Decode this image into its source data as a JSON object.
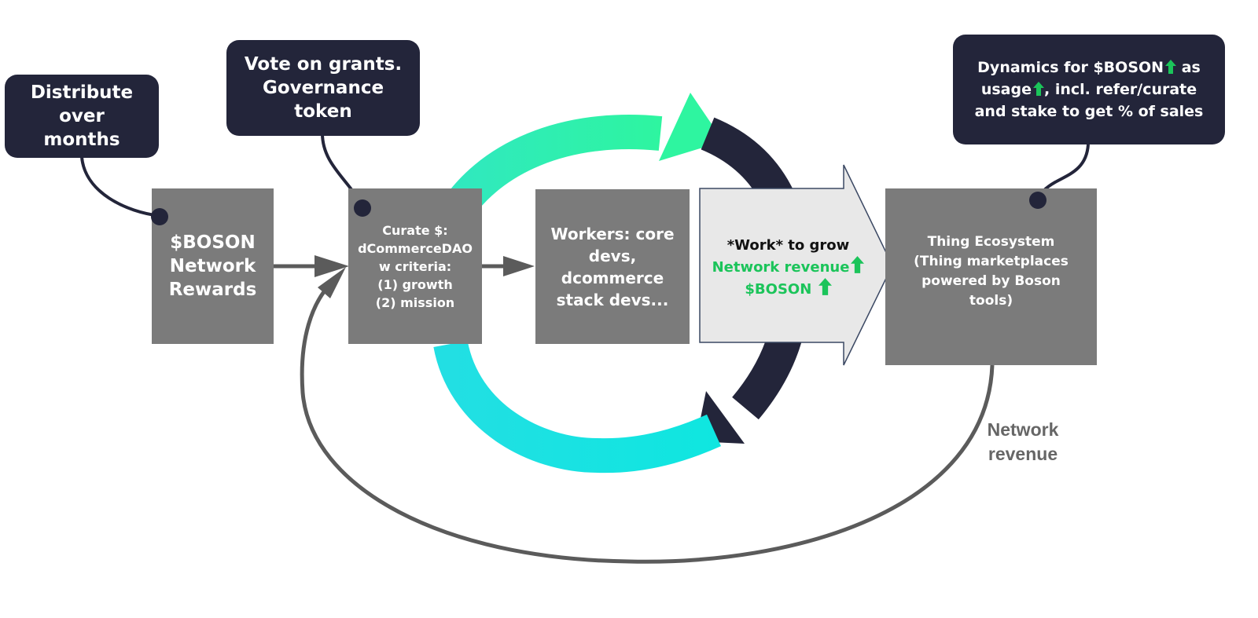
{
  "callouts": {
    "distribute": [
      "Distribute",
      "over",
      "months"
    ],
    "vote": [
      "Vote on grants.",
      "Governance",
      "token"
    ],
    "dynamics": {
      "line1_before": "Dynamics for $BOSON",
      "line1_after": "as",
      "line2_before": "usage",
      "line2_after": ", incl. refer/curate",
      "line3": "and stake to get % of sales"
    }
  },
  "boxes": {
    "rewards": [
      "$BOSON",
      "Network",
      "Rewards"
    ],
    "curate": [
      "Curate $:",
      "dCommerceDAO",
      "w criteria:",
      "(1) growth",
      "(2) mission"
    ],
    "workers": [
      "Workers: core",
      "devs,",
      "dcommerce",
      "stack devs..."
    ],
    "work_arrow": {
      "line1": "*Work* to grow",
      "line2": "Network revenue",
      "line3": "$BOSON"
    },
    "ecosystem": [
      "Thing Ecosystem",
      "(Thing marketplaces",
      "powered by Boson",
      "tools)"
    ]
  },
  "feedback_label": [
    "Network",
    "revenue"
  ],
  "icons": {
    "up_arrow": "green-up-arrow-icon"
  },
  "colors": {
    "box": "#7b7b7b",
    "callout": "#23253a",
    "mint": "#2ef0a8",
    "cyan": "#1de0e0",
    "navy": "#23253a",
    "up_green": "#1bc45a",
    "arrow_fill": "#e8e8e8"
  }
}
